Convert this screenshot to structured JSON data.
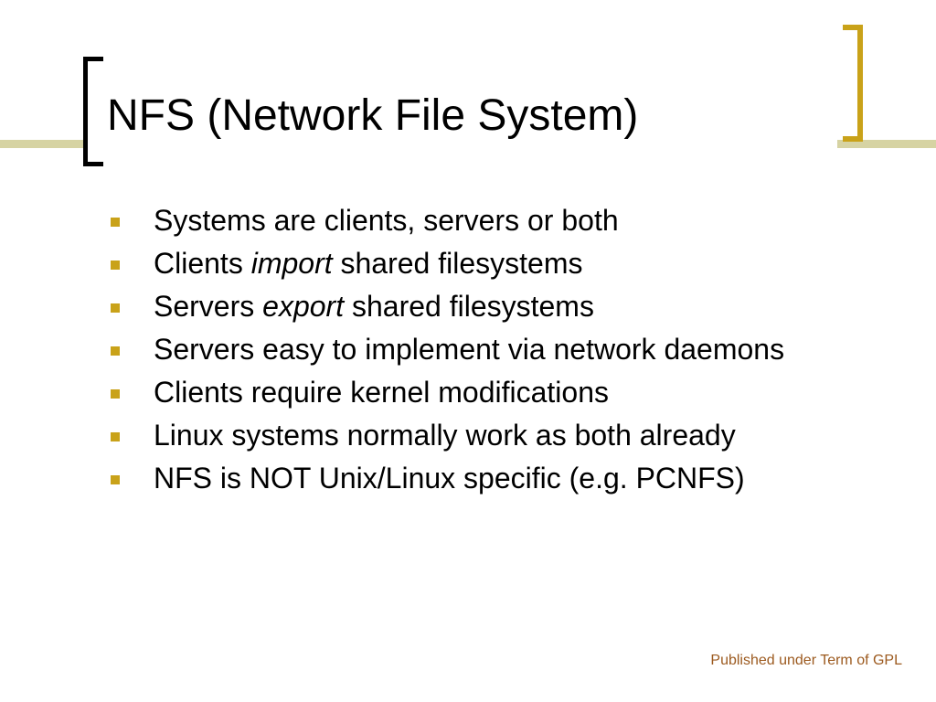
{
  "slide": {
    "title": "NFS (Network File System)",
    "bullets": [
      {
        "before": "Systems are clients, servers or both",
        "emph": "",
        "after": ""
      },
      {
        "before": " Clients ",
        "emph": "import",
        "after": " shared filesystems"
      },
      {
        "before": " Servers ",
        "emph": "export",
        "after": " shared filesystems"
      },
      {
        "before": " Servers easy to implement via network daemons",
        "emph": "",
        "after": ""
      },
      {
        "before": " Clients require kernel modifications",
        "emph": "",
        "after": ""
      },
      {
        "before": " Linux systems normally work as both already",
        "emph": "",
        "after": ""
      },
      {
        "before": " NFS is NOT Unix/Linux specific (e.g. PCNFS)",
        "emph": "",
        "after": ""
      }
    ],
    "footer": "Published under Term of GPL"
  },
  "colors": {
    "accent_gold": "#c9a219",
    "band": "#d6d3a3",
    "footer_text": "#9c5a1f",
    "title_text": "#000000"
  },
  "icons": {
    "bullet": "square-bullet-icon"
  }
}
